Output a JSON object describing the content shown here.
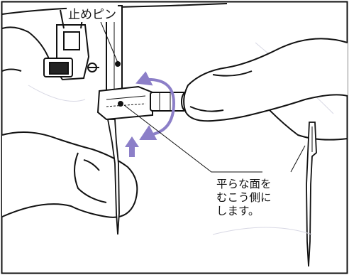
{
  "labels": {
    "pin": "止めピン",
    "note_lines": [
      "平らな面を",
      "むこう側に",
      "します。"
    ]
  },
  "colors": {
    "arrow": "#8c7fc8",
    "line": "#111111",
    "background": "#ffffff"
  }
}
